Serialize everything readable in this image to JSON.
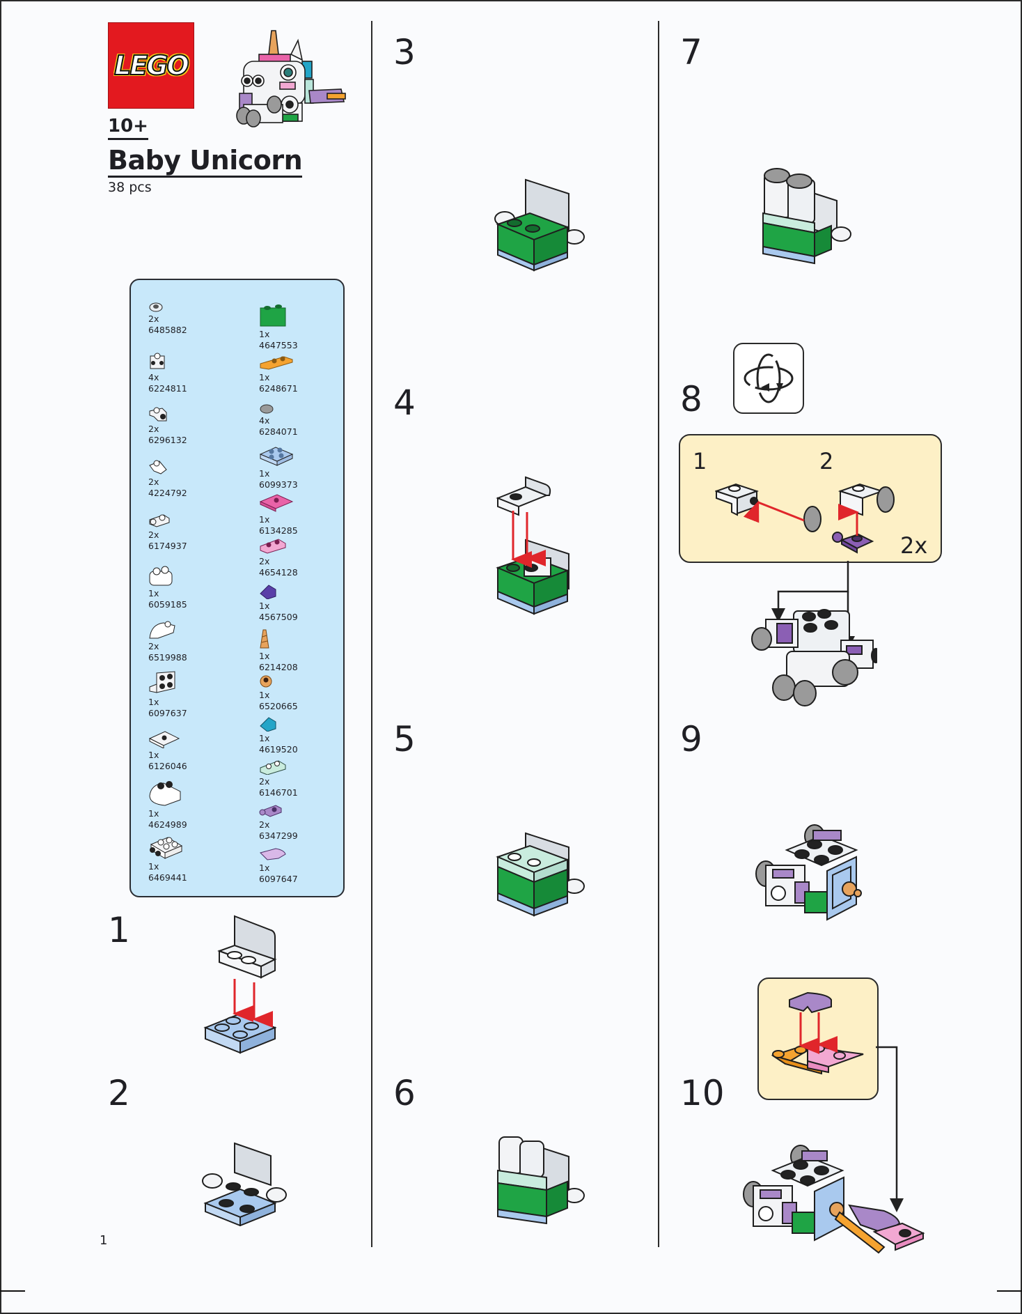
{
  "header": {
    "brand": "LEGO",
    "age": "10+",
    "title": "Baby Unicorn",
    "piece_count": "38 pcs"
  },
  "parts_list": {
    "left_column": [
      {
        "qty": "2x",
        "id": "6485882",
        "icon": "round-tile-1x1-white"
      },
      {
        "qty": "4x",
        "id": "6224811",
        "icon": "brick-1x1-studs-on-sides-white"
      },
      {
        "qty": "2x",
        "id": "6296132",
        "icon": "bracket-1x1-white"
      },
      {
        "qty": "2x",
        "id": "4224792",
        "icon": "plate-1x1-tooth-white"
      },
      {
        "qty": "2x",
        "id": "6174937",
        "icon": "plate-1x2-clip-white"
      },
      {
        "qty": "1x",
        "id": "6059185",
        "icon": "brick-1x2-rounded-white"
      },
      {
        "qty": "2x",
        "id": "6519988",
        "icon": "slope-curved-white"
      },
      {
        "qty": "1x",
        "id": "6097637",
        "icon": "bracket-2x2-white"
      },
      {
        "qty": "1x",
        "id": "6126046",
        "icon": "plate-2x2-jumper-white"
      },
      {
        "qty": "1x",
        "id": "4624989",
        "icon": "brick-2x2-curved-white"
      },
      {
        "qty": "1x",
        "id": "6469441",
        "icon": "brick-2x2-studs-side-white"
      }
    ],
    "right_column": [
      {
        "qty": "1x",
        "id": "4647553",
        "icon": "brick-1x2-green"
      },
      {
        "qty": "1x",
        "id": "6248671",
        "icon": "plate-1x2-clip-orange"
      },
      {
        "qty": "4x",
        "id": "6284071",
        "icon": "round-tile-1x1-grey"
      },
      {
        "qty": "1x",
        "id": "6099373",
        "icon": "plate-2x2-light-blue"
      },
      {
        "qty": "1x",
        "id": "6134285",
        "icon": "plate-2x2-jumper-magenta"
      },
      {
        "qty": "2x",
        "id": "4654128",
        "icon": "plate-1x2-pink"
      },
      {
        "qty": "1x",
        "id": "4567509",
        "icon": "slope-1x1-purple"
      },
      {
        "qty": "1x",
        "id": "6214208",
        "icon": "horn-tan"
      },
      {
        "qty": "1x",
        "id": "6520665",
        "icon": "round-plate-clip-tan"
      },
      {
        "qty": "1x",
        "id": "4619520",
        "icon": "slope-1x1-azure"
      },
      {
        "qty": "2x",
        "id": "6146701",
        "icon": "plate-1x2-mint"
      },
      {
        "qty": "2x",
        "id": "6347299",
        "icon": "plate-clip-lavender"
      },
      {
        "qty": "1x",
        "id": "6097647",
        "icon": "slope-curved-lavender"
      }
    ]
  },
  "steps": [
    {
      "number": "1"
    },
    {
      "number": "2"
    },
    {
      "number": "3"
    },
    {
      "number": "4"
    },
    {
      "number": "5"
    },
    {
      "number": "6"
    },
    {
      "number": "7"
    },
    {
      "number": "8",
      "rotate_icon": "rotate-model-icon",
      "callout": {
        "sub_steps": [
          "1",
          "2"
        ],
        "multiplier": "2x"
      }
    },
    {
      "number": "9"
    },
    {
      "number": "10",
      "callout": {
        "sub_steps": []
      }
    }
  ],
  "footer": {
    "page_number": "1"
  },
  "colors": {
    "page_bg": "#fafbfd",
    "parts_panel_bg": "#c8e8fa",
    "callout_bg": "#fdf0c6",
    "lego_red": "#e3191f",
    "arrow_red": "#e0262b",
    "brick_green": "#1fa445",
    "brick_light_blue": "#a9c9ee",
    "brick_white": "#f2f4f6",
    "brick_grey": "#9a9a9a",
    "brick_lavender": "#a988c8",
    "brick_pink": "#f2a8d2",
    "brick_orange": "#f5a330"
  }
}
